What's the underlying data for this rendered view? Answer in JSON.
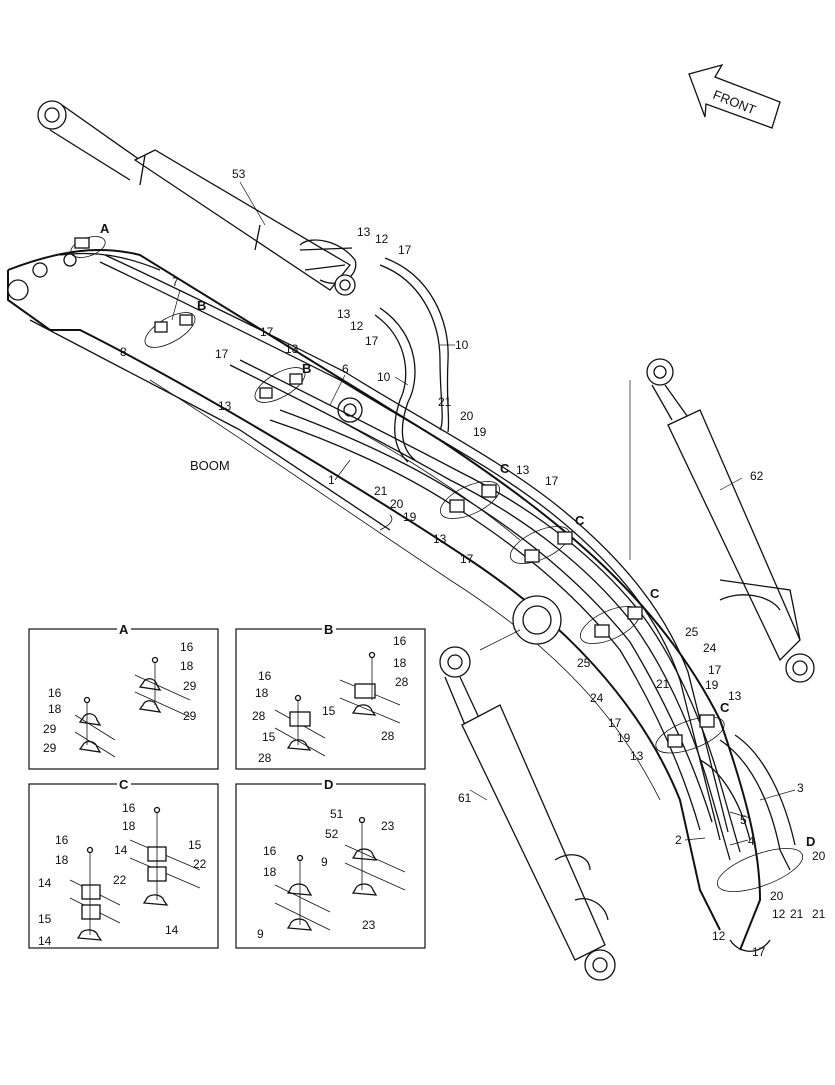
{
  "diagram": {
    "front_label": "FRONT",
    "boom_label": "BOOM",
    "callouts": {
      "c53": "53",
      "c13a": "13",
      "c12a": "12",
      "c17a": "17",
      "c13b": "13",
      "c12b": "12",
      "c17b": "17",
      "c10a": "10",
      "c10b": "10",
      "c7": "7",
      "cA": "A",
      "cB1": "B",
      "c8": "8",
      "c17c": "17",
      "c17d": "17",
      "c13c": "13",
      "c13d": "13",
      "cB2": "B",
      "c6": "6",
      "c21a": "21",
      "c20a": "20",
      "c19a": "19",
      "c1": "1",
      "c21b": "21",
      "c20b": "20",
      "c19b": "19",
      "cC1": "C",
      "c13e": "13",
      "c17e": "17",
      "c13f": "13",
      "c17f": "17",
      "cC2": "C",
      "cC3": "C",
      "c25a": "25",
      "c24a": "24",
      "c25b": "25",
      "c24b": "24",
      "c17g": "17",
      "c21c": "21",
      "c19c": "19",
      "c13g": "13",
      "c17h": "17",
      "c19d": "19",
      "c13h": "13",
      "cC4": "C",
      "c62": "62",
      "c61": "61",
      "c3": "3",
      "c5": "5",
      "c2": "2",
      "c4": "4",
      "cD": "D",
      "c20c": "20",
      "c21d": "21",
      "c20d": "20",
      "c12c": "12",
      "c21e": "21",
      "c12d": "12",
      "c17i": "17"
    },
    "detail_A": {
      "title": "A",
      "labels": {
        "l16a": "16",
        "l18a": "18",
        "l29a": "29",
        "l29b": "29",
        "l16b": "16",
        "l18b": "18",
        "l29c": "29",
        "l29d": "29"
      }
    },
    "detail_B": {
      "title": "B",
      "labels": {
        "l16a": "16",
        "l18a": "18",
        "l28a": "28",
        "l15a": "15",
        "l28b": "28",
        "l16b": "16",
        "l18b": "18",
        "l28c": "28",
        "l15b": "15",
        "l28d": "28"
      }
    },
    "detail_C": {
      "title": "C",
      "labels": {
        "l16a": "16",
        "l18a": "18",
        "l15a": "15",
        "l14a": "14",
        "l22a": "22",
        "l14b": "14",
        "l16b": "16",
        "l18b": "18",
        "l14c": "14",
        "l22b": "22",
        "l15b": "15",
        "l14d": "14"
      }
    },
    "detail_D": {
      "title": "D",
      "labels": {
        "l51": "51",
        "l52": "52",
        "l23a": "23",
        "l16": "16",
        "l18": "18",
        "l9a": "9",
        "l23b": "23",
        "l9b": "9"
      }
    }
  }
}
